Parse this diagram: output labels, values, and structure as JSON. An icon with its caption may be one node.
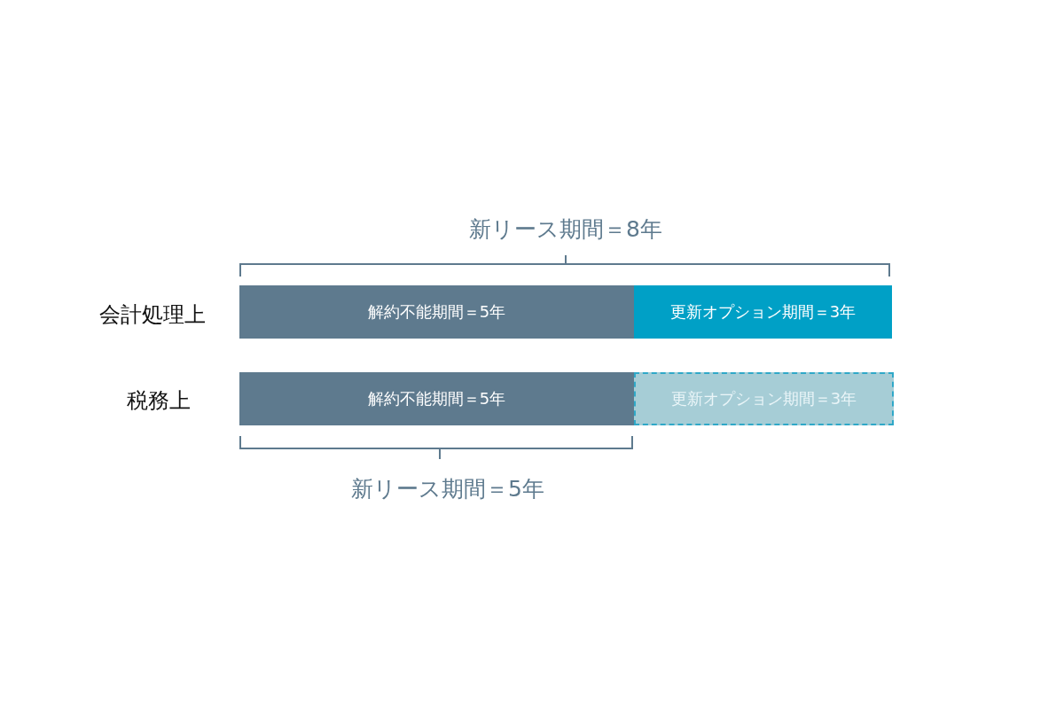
{
  "diagram": {
    "nodes": [
      {
        "text": [
          "解約不能期間＝5年"
        ]
      },
      {
        "text": [
          "更新オプション期間＝3年"
        ]
      },
      {
        "text": [
          "解約不能期間＝5年"
        ]
      },
      {
        "text": [
          "更新オプション期間＝3年"
        ]
      }
    ],
    "labels": [
      "新リース期間＝8年",
      "会計処理上",
      "税務上",
      "新リース期間＝5年"
    ]
  }
}
